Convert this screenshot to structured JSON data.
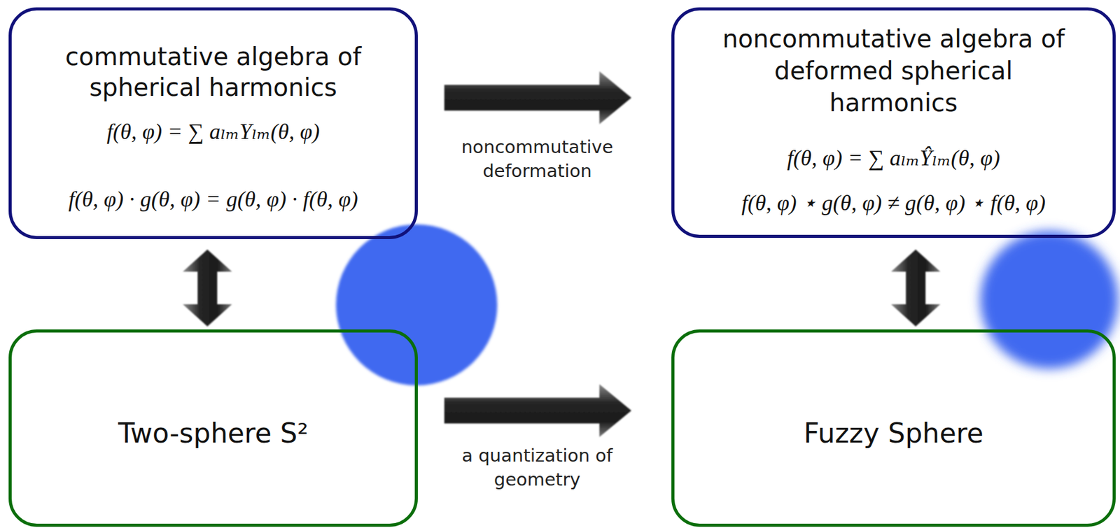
{
  "diagram": {
    "nodes": [
      {
        "text": [
          "commutative algebra of spherical harmonics",
          "f(θ, φ) = ∑ aₗₘYₗₘ(θ, φ)",
          "f(θ, φ) · g(θ, φ) = g(θ, φ) · f(θ, φ)"
        ]
      },
      {
        "text": [
          "noncommutative algebra of deformed spherical harmonics",
          "f(θ, φ) = ∑ aₗₘŶₗₘ(θ, φ)",
          "f(θ, φ) ⋆ g(θ, φ) ≠ g(θ, φ) ⋆ f(θ, φ)"
        ]
      },
      {
        "text": [
          "Two-sphere S²"
        ]
      },
      {
        "text": [
          "Fuzzy Sphere"
        ]
      }
    ],
    "edges": [
      {
        "from": 0,
        "to": 1,
        "arrow": "to",
        "label": "noncommutative deformation"
      },
      {
        "from": 2,
        "to": 3,
        "arrow": "to",
        "label": "a quantization of geometry"
      },
      {
        "from": 0,
        "to": 2,
        "arrow": "both"
      },
      {
        "from": 1,
        "to": 3,
        "arrow": "both"
      }
    ]
  }
}
